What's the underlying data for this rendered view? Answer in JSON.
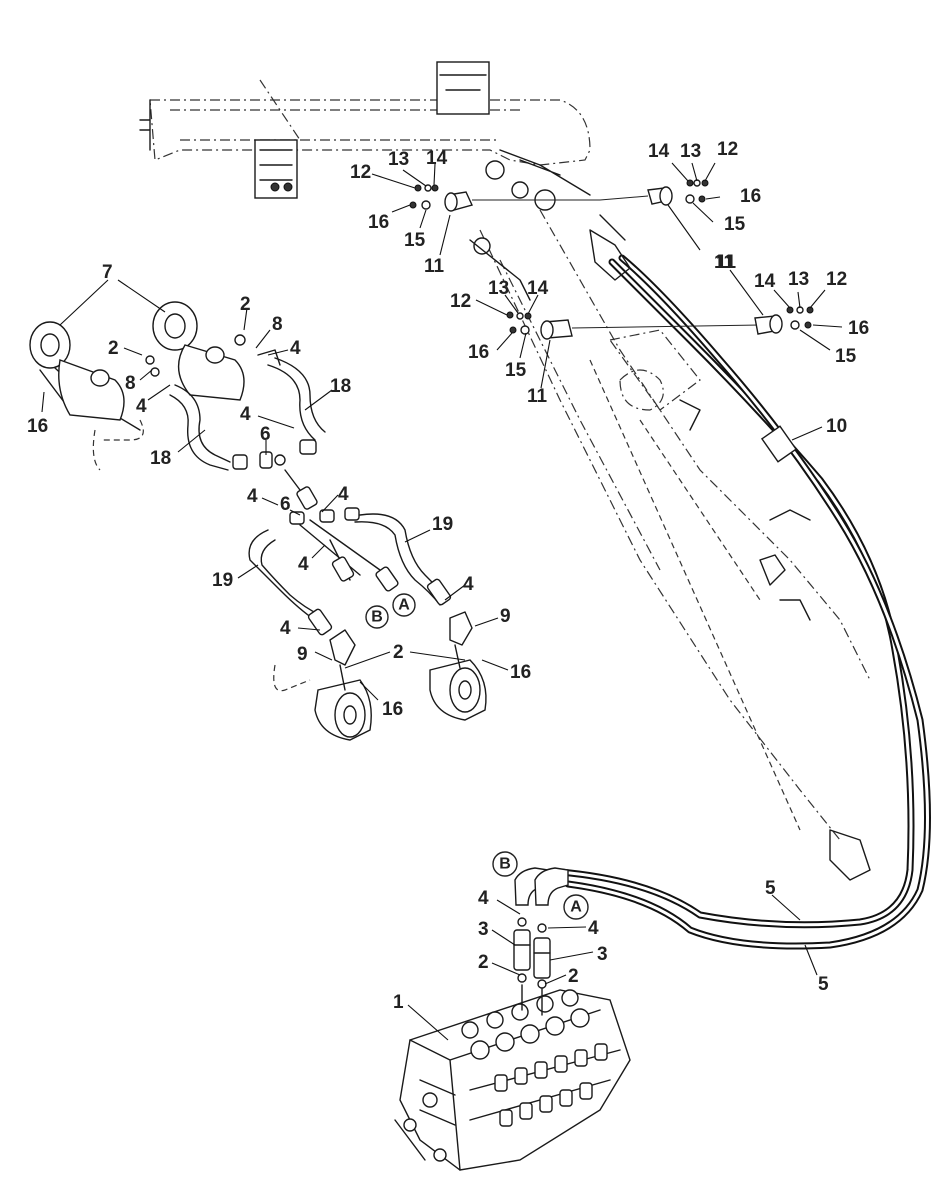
{
  "callouts": [
    {
      "id": "c-7",
      "text": "7"
    },
    {
      "id": "c-2",
      "text": "2"
    },
    {
      "id": "c-8",
      "text": "8"
    },
    {
      "id": "c-4",
      "text": "4"
    },
    {
      "id": "c-16",
      "text": "16"
    },
    {
      "id": "c-18",
      "text": "18"
    },
    {
      "id": "c-6",
      "text": "6"
    },
    {
      "id": "c-19",
      "text": "19"
    },
    {
      "id": "c-9",
      "text": "9"
    },
    {
      "id": "c-12",
      "text": "12"
    },
    {
      "id": "c-13",
      "text": "13"
    },
    {
      "id": "c-14",
      "text": "14"
    },
    {
      "id": "c-15",
      "text": "15"
    },
    {
      "id": "c-11",
      "text": "11"
    },
    {
      "id": "c-10",
      "text": "10"
    },
    {
      "id": "c-5",
      "text": "5"
    },
    {
      "id": "c-3",
      "text": "3"
    },
    {
      "id": "c-1",
      "text": "1"
    }
  ],
  "port_labels": {
    "a": "A",
    "b": "B"
  }
}
